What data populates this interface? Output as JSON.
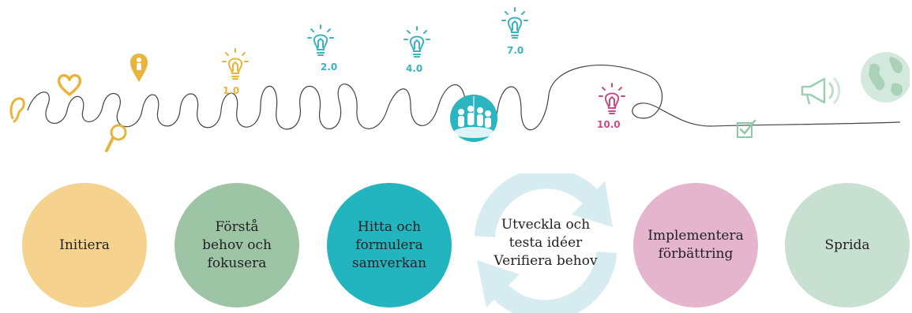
{
  "colors": {
    "yellow": "#f5d28e",
    "sage": "#9ec4a6",
    "teal": "#22b5bf",
    "lightblue": "#d6ecf1",
    "pink": "#e4b5cc",
    "mint": "#c8e0d2",
    "bulb_yellow": "#e8b43c",
    "bulb_teal": "#3bb3c1",
    "bulb_pink": "#c84d86",
    "line": "#444444"
  },
  "timeline": {
    "icons": [
      "ear-icon",
      "heart-icon",
      "magnifier-icon",
      "person-pin-icon",
      "team-icon",
      "checkbox-icon",
      "megaphone-icon",
      "globe-icon"
    ],
    "bulbs": [
      {
        "label": "1.0",
        "color": "#e8b43c"
      },
      {
        "label": "2.0",
        "color": "#3bb3c1"
      },
      {
        "label": "4.0",
        "color": "#3bb3c1"
      },
      {
        "label": "7.0",
        "color": "#3bb3c1"
      },
      {
        "label": "10.0",
        "color": "#c84d86"
      }
    ]
  },
  "phases": [
    {
      "label": "Initiera",
      "color": "#f5d28e"
    },
    {
      "label": "Förstå\nbehov och\nfokusera",
      "color": "#9ec4a6"
    },
    {
      "label": "Hitta och\nformulera\nsamverkan",
      "color": "#22b5bf"
    },
    {
      "label": "Utveckla och\ntesta idéer\nVerifiera behov",
      "color": "#d6ecf1"
    },
    {
      "label": "Implementera\nförbättring",
      "color": "#e4b5cc"
    },
    {
      "label": "Sprida",
      "color": "#c8e0d2"
    }
  ]
}
